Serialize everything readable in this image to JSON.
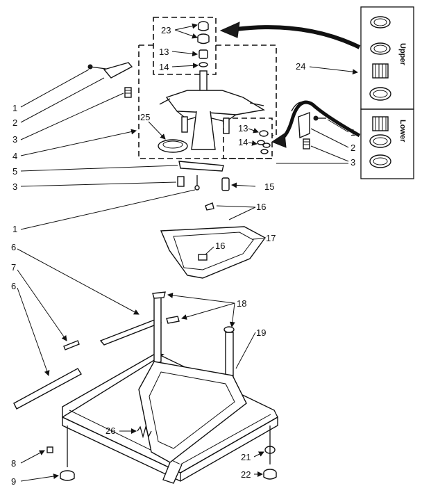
{
  "callouts": {
    "c1": "1",
    "c2": "2",
    "c3": "3",
    "c4": "4",
    "c5": "5",
    "c6": "6",
    "c7": "7",
    "c8": "8",
    "c9": "9",
    "c13": "13",
    "c14": "14",
    "c15": "15",
    "c16": "16",
    "c17": "17",
    "c18": "18",
    "c19": "19",
    "c21": "21",
    "c22": "22",
    "c23": "23",
    "c24": "24",
    "c25": "25",
    "c26": "26"
  },
  "bearing_kit": {
    "upper_label": "Upper",
    "lower_label": "Lower"
  },
  "colors": {
    "ink": "#111111",
    "background": "#ffffff"
  }
}
